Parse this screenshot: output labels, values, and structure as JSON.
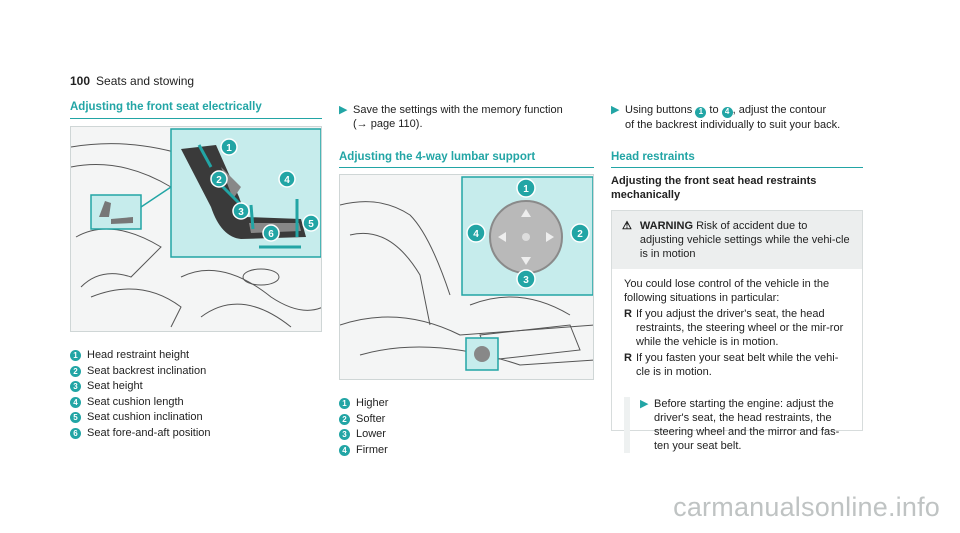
{
  "header": {
    "page_number": "100",
    "section": "Seats and stowing"
  },
  "col1": {
    "title": "Adjusting the front seat electrically",
    "figure_callouts": [
      "1",
      "2",
      "3",
      "4",
      "5",
      "6"
    ],
    "legend": [
      {
        "n": "1",
        "text": "Head restraint height"
      },
      {
        "n": "2",
        "text": "Seat backrest inclination"
      },
      {
        "n": "3",
        "text": "Seat height"
      },
      {
        "n": "4",
        "text": "Seat cushion length"
      },
      {
        "n": "5",
        "text": "Seat cushion inclination"
      },
      {
        "n": "6",
        "text": "Seat fore-and-aft position"
      }
    ]
  },
  "col2": {
    "step1_line1": "Save the settings with the memory function",
    "step1_line2": "(→ page 110).",
    "title": "Adjusting the 4-way lumbar support",
    "figure_callouts": [
      "1",
      "2",
      "3",
      "4"
    ],
    "legend": [
      {
        "n": "1",
        "text": "Higher"
      },
      {
        "n": "2",
        "text": "Softer"
      },
      {
        "n": "3",
        "text": "Lower"
      },
      {
        "n": "4",
        "text": "Firmer"
      }
    ]
  },
  "col3": {
    "step_pre": "Using buttons",
    "step_n1": "1",
    "step_to": "to",
    "step_n2": "4",
    "step_post": ", adjust the contour",
    "step_line2": "of the backrest individually to suit your back.",
    "section_title": "Head restraints",
    "sub_title_line1": "Adjusting the front seat head restraints",
    "sub_title_line2": "mechanically",
    "warning_label": "WARNING",
    "warning_text": "Risk of accident due to adjusting vehicle settings while the vehi-cle is in motion",
    "intro": "You could lose control of the vehicle in the following situations in particular:",
    "bullets": [
      "If you adjust the driver's seat, the head restraints, the steering wheel or the mir-ror while the vehicle is in motion.",
      "If you fasten your seat belt while the vehi-cle is in motion."
    ],
    "final_step": "Before starting the engine: adjust the driver's seat, the head restraints, the steering wheel and the mirror and fas-ten your seat belt."
  },
  "watermark": "carmanualsonline.info",
  "colors": {
    "accent": "#22a5a5",
    "callout_panel": "#c6ecec"
  }
}
